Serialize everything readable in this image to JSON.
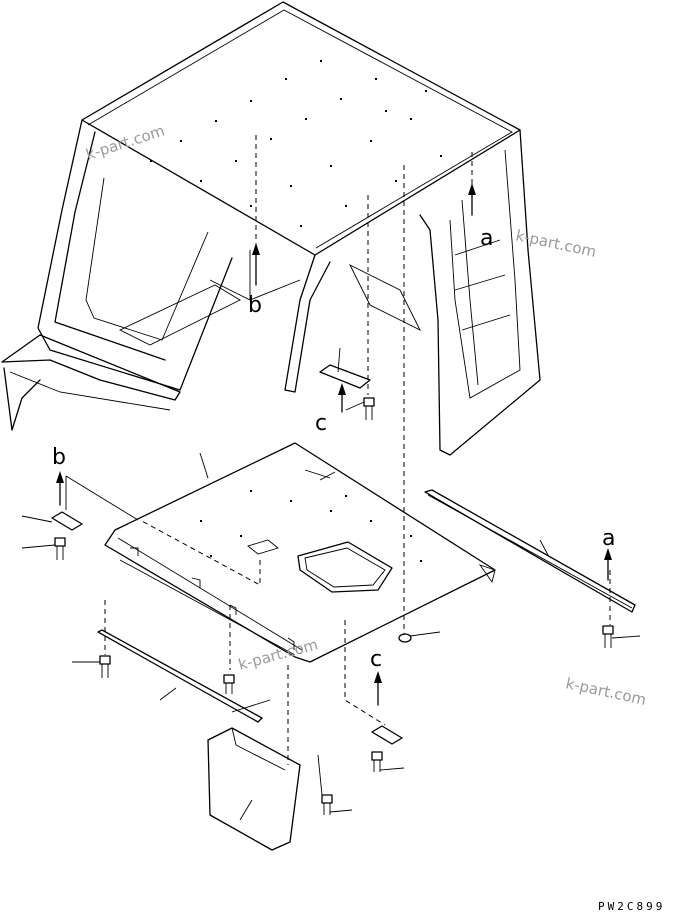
{
  "diagram": {
    "callouts": {
      "a_top": "a",
      "a_right": "a",
      "b_top": "b",
      "b_left": "b",
      "c_mid": "c",
      "c_lower": "c"
    },
    "watermarks": [
      "k-part.com",
      "k-part.com",
      "k-part.com",
      "k-part.com"
    ],
    "drawing_code": "PW2C899"
  }
}
